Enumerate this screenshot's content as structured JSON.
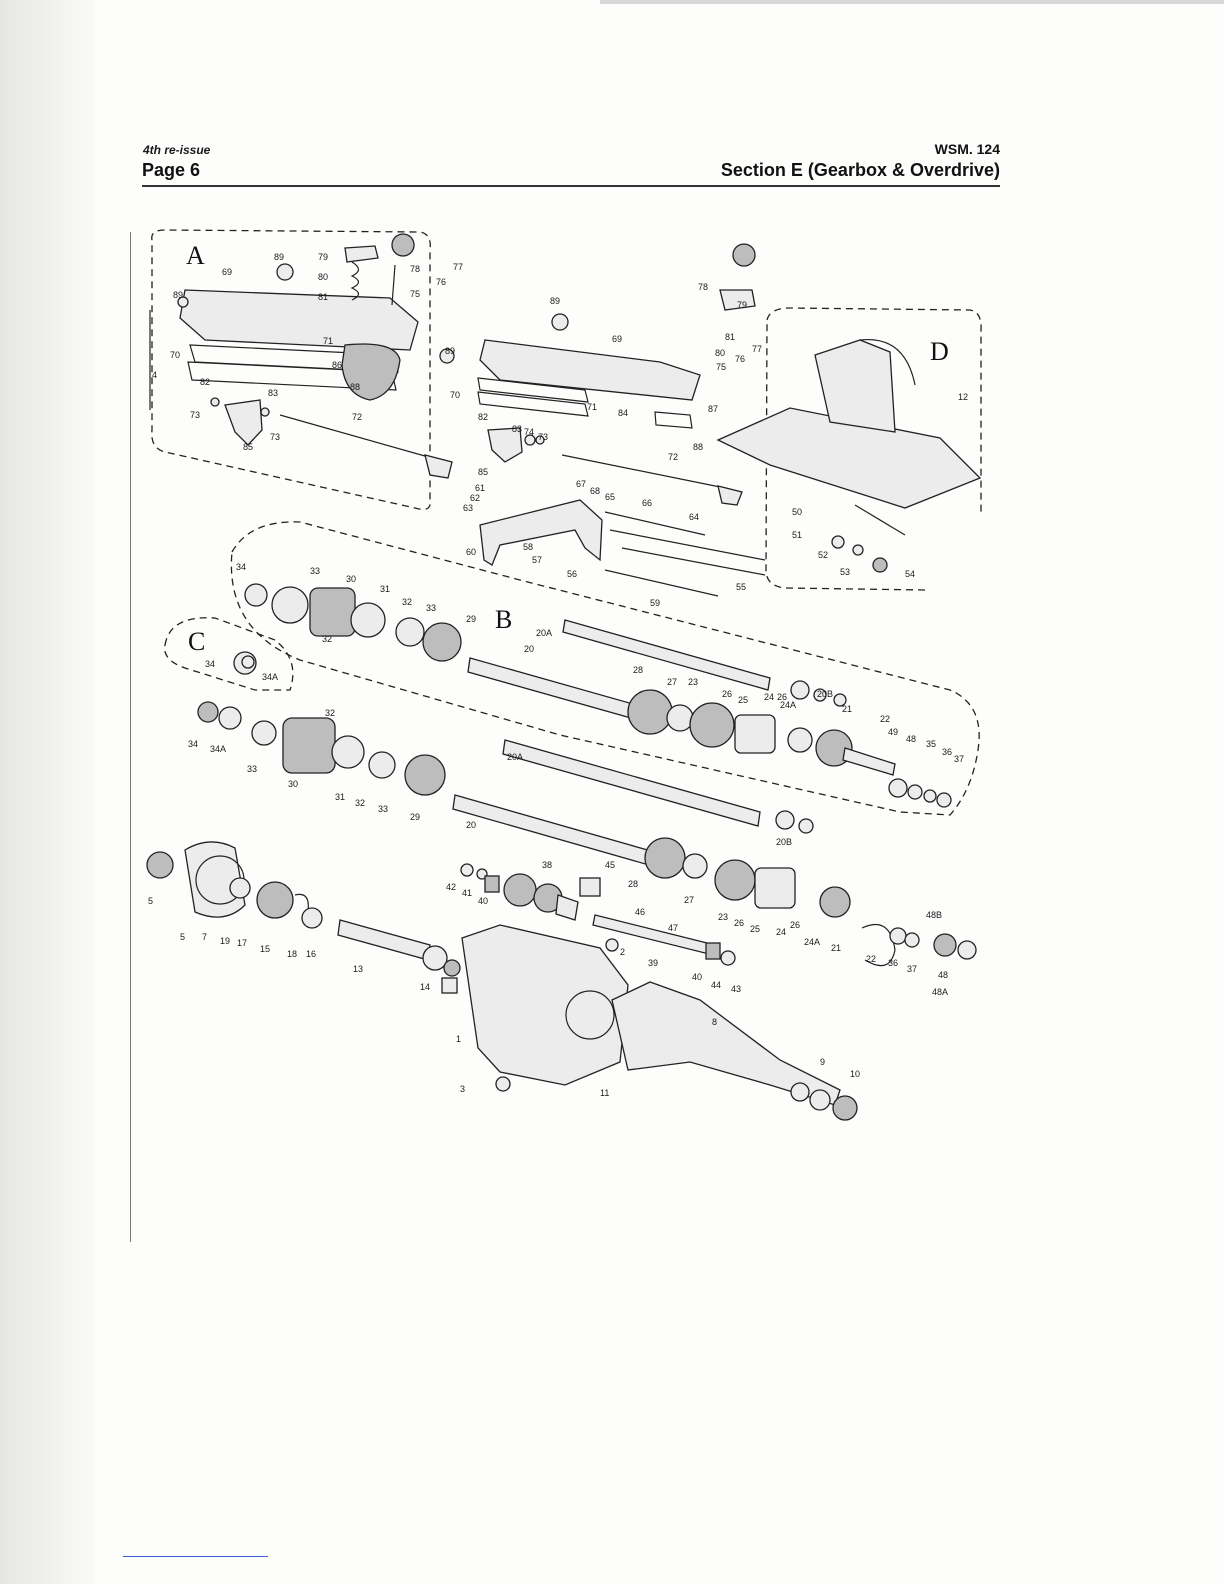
{
  "header": {
    "issue": "4th re-issue",
    "page": "Page 6",
    "ref": "WSM. 124",
    "section": "Section E (Gearbox & Overdrive)"
  },
  "diagram": {
    "groups": [
      "A",
      "B",
      "C",
      "D"
    ],
    "labels_group_a": [
      "89",
      "79",
      "80",
      "81",
      "78",
      "77",
      "76",
      "75",
      "69",
      "89",
      "70",
      "4",
      "71",
      "86",
      "88",
      "82",
      "83",
      "73",
      "72",
      "85",
      "73"
    ],
    "labels_top_center": [
      "89",
      "69",
      "89",
      "70",
      "71",
      "84",
      "87",
      "82",
      "83",
      "74",
      "73",
      "85",
      "88",
      "72",
      "78",
      "79",
      "81",
      "80",
      "76",
      "77",
      "75",
      "61",
      "62",
      "63",
      "67",
      "68",
      "65",
      "66",
      "64",
      "58",
      "57",
      "60",
      "56",
      "59",
      "55"
    ],
    "labels_group_d": [
      "12",
      "50",
      "51",
      "52",
      "53",
      "54"
    ],
    "labels_group_b": [
      "34",
      "33",
      "30",
      "31",
      "32",
      "33",
      "32",
      "29",
      "20A",
      "20",
      "28",
      "27",
      "23",
      "26",
      "25",
      "20B",
      "24",
      "26",
      "24A",
      "21",
      "22",
      "49",
      "48",
      "35",
      "36",
      "37"
    ],
    "labels_group_c": [
      "34",
      "34A",
      "34",
      "34A"
    ],
    "labels_middle": [
      "32",
      "33",
      "30",
      "31",
      "32",
      "33",
      "29",
      "20A",
      "20",
      "20B"
    ],
    "labels_bottom": [
      "5",
      "5",
      "7",
      "19",
      "17",
      "15",
      "18",
      "16",
      "13",
      "14",
      "42",
      "41",
      "40",
      "38",
      "45",
      "28",
      "27",
      "46",
      "47",
      "23",
      "26",
      "25",
      "24",
      "26",
      "24A",
      "21",
      "2",
      "39",
      "40",
      "44",
      "43",
      "22",
      "36",
      "37",
      "48B",
      "48",
      "48A",
      "1",
      "3",
      "11",
      "8",
      "9",
      "10"
    ]
  }
}
